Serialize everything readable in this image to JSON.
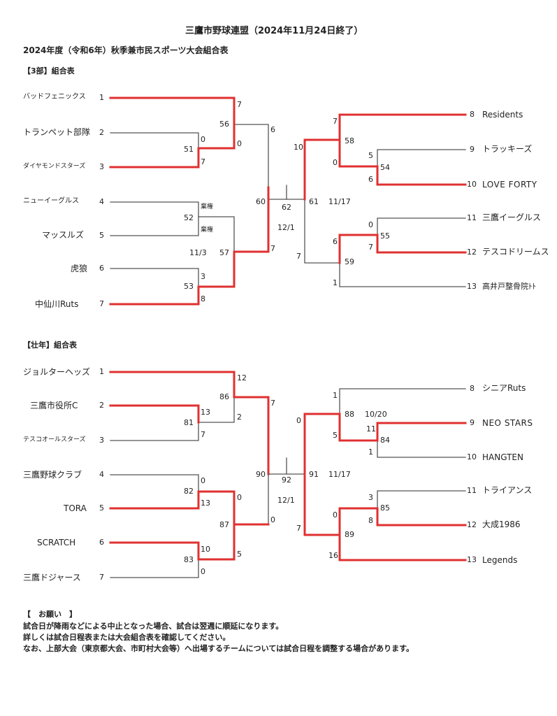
{
  "header": {
    "title": "三鷹市野球連盟（2024年11月24日終了）",
    "subtitle": "2024年度（令和6年）秋季兼市民スポーツ大会組合表"
  },
  "div1": {
    "title": "【3部】組合表",
    "teams": [
      "バッドフェニックス",
      "トランペット部隊",
      "ダイヤモンドスターズ",
      "ニューイーグルス",
      "マッスルズ",
      "虎狼",
      "中仙川Ruts",
      "Residents",
      "トラッキーズ",
      "LOVE FORTY",
      "三鷹イーグルス",
      "テスコドリームス",
      "高井戸整骨院ﾄﾄ"
    ],
    "seeds": [
      "1",
      "2",
      "3",
      "4",
      "5",
      "6",
      "7",
      "8",
      "9",
      "10",
      "11",
      "12",
      "13"
    ],
    "games": {
      "g51": "51",
      "g52": "52",
      "g53": "53",
      "g56": "56",
      "g57": "57",
      "g60": "60",
      "g54": "54",
      "g55": "55",
      "g58": "58",
      "g59": "59",
      "g61": "61",
      "g62": "62"
    },
    "scores": {
      "s1": "7",
      "s2": "0",
      "s3": "7",
      "s23": "0",
      "s4": "棄権",
      "s5": "棄権",
      "s6": "3",
      "s7": "8",
      "s56": "6",
      "s57": "7",
      "s60": "",
      "s9": "5",
      "s10": "6",
      "s11": "0",
      "s12": "7",
      "s13": "1",
      "s8": "7",
      "s54": "0",
      "s55": "6",
      "s59": "7",
      "s_left_final": "10",
      "s_right_final": "7"
    },
    "dates": {
      "d1": "11/3",
      "d2": "12/1",
      "d3": "11/17"
    }
  },
  "div2": {
    "title": "【壮年】組合表",
    "teams": [
      "ジョルターヘッズ",
      "三鷹市役所C",
      "テスコオールスターズ",
      "三鷹野球クラブ",
      "TORA",
      "SCRATCH",
      "三鷹ドジャース",
      "シニアRuts",
      "NEO STARS",
      "HANGTEN",
      "トライアンス",
      "大成1986",
      "Legends"
    ],
    "seeds": [
      "1",
      "2",
      "3",
      "4",
      "5",
      "6",
      "7",
      "8",
      "9",
      "10",
      "11",
      "12",
      "13"
    ],
    "games": {
      "g81": "81",
      "g82": "82",
      "g83": "83",
      "g86": "86",
      "g87": "87",
      "g90": "90",
      "g84": "84",
      "g85": "85",
      "g88": "88",
      "g89": "89",
      "g91": "91",
      "g92": "92"
    },
    "scores": {
      "s1": "12",
      "s2": "13",
      "s3": "7",
      "s23": "2",
      "s4": "0",
      "s5": "13",
      "s45": "0",
      "s6": "10",
      "s7": "0",
      "s67": "5",
      "s86": "7",
      "s87": "0",
      "s8": "1",
      "s9": "11",
      "s10": "1",
      "s84": "5",
      "s88": "0",
      "s11": "3",
      "s12": "8",
      "s85": "0",
      "s13": "16",
      "s89": "7"
    },
    "dates": {
      "d1": "10/20",
      "d2": "12/1",
      "d3": "11/17"
    }
  },
  "footer": {
    "title": "【　お願い　】",
    "line1": "試合日が降雨などによる中止となった場合、試合は翌週に順延になります。",
    "line2": "詳しくは試合日程表または大会組合表を確認してください。",
    "line3": "なお、上部大会（東京都大会、市町村大会等）へ出場するチームについては試合日程を調整する場合があります。"
  },
  "colors": {
    "winner": "#e03030",
    "line": "#555555"
  }
}
